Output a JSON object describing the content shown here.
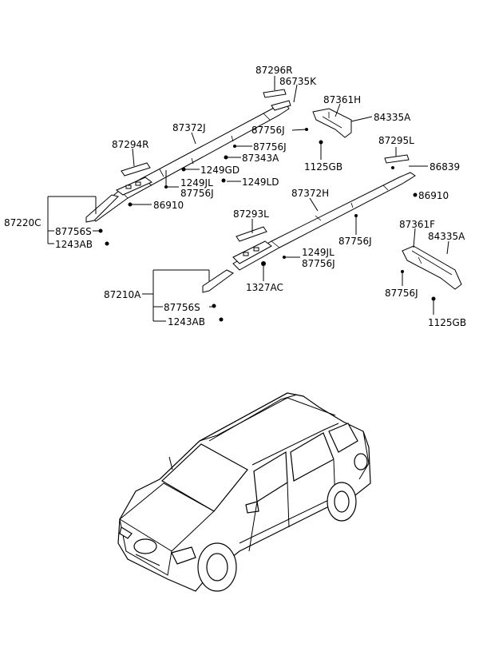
{
  "labels": {
    "p87296R": "87296R",
    "p86735K": "86735K",
    "p87361H": "87361H",
    "p84335A_top": "84335A",
    "p87372J": "87372J",
    "p87756J_a": "87756J",
    "p87756J_b": "87756J",
    "p87343A": "87343A",
    "p1125GB_top": "1125GB",
    "p87294R": "87294R",
    "p1249GD": "1249GD",
    "p1249JL_a": "1249JL",
    "p1249LD": "1249LD",
    "p87756J_c": "87756J",
    "p87295L": "87295L",
    "p86839": "86839",
    "p87372H": "87372H",
    "p86910_right": "86910",
    "p87220C": "87220C",
    "p86910_left": "86910",
    "p87756S_top": "87756S",
    "p1243AB_top": "1243AB",
    "p87293L": "87293L",
    "p87756J_d": "87756J",
    "p87361F": "87361F",
    "p84335A_bot": "84335A",
    "p1249JL_b": "1249JL",
    "p87756J_e": "87756J",
    "p1327AC": "1327AC",
    "p87210A": "87210A",
    "p87756S_bot": "87756S",
    "p1243AB_bot": "1243AB",
    "p87756J_f": "87756J",
    "p1125GB_bot": "1125GB"
  }
}
